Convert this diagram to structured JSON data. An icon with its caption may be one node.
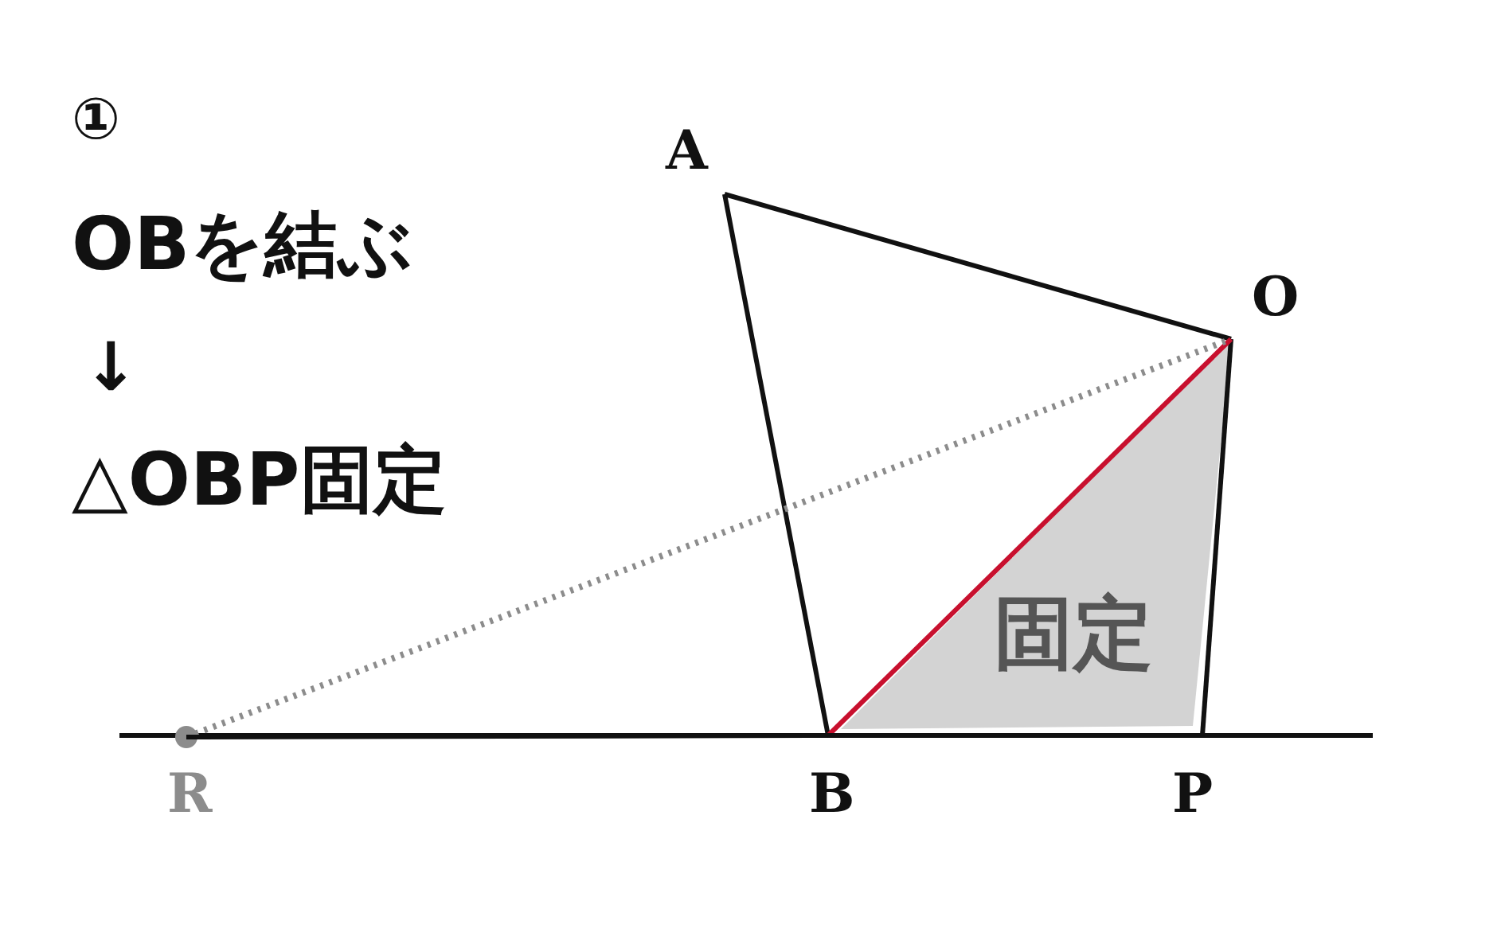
{
  "diagram": {
    "nodes": [
      {
        "text": [
          "A"
        ]
      },
      {
        "text": [
          "O"
        ]
      },
      {
        "text": [
          "B"
        ]
      },
      {
        "text": [
          "P"
        ]
      },
      {
        "text": [
          "R"
        ]
      },
      {
        "text": [
          "固定"
        ]
      }
    ],
    "edges": [
      {
        "from": 0,
        "to": 1,
        "arrow": "none"
      },
      {
        "from": 0,
        "to": 2,
        "arrow": "none"
      },
      {
        "from": 1,
        "to": 3,
        "arrow": "none"
      },
      {
        "from": 1,
        "to": 2,
        "arrow": "none",
        "color": "#c8102e"
      },
      {
        "from": 4,
        "to": 1,
        "arrow": "other",
        "style": "dashed",
        "color": "#8c8c8c"
      },
      {
        "from": 4,
        "to": 2,
        "arrow": "none"
      },
      {
        "from": 2,
        "to": 3,
        "arrow": "none"
      }
    ],
    "labels": [
      "①",
      "OBを結ぶ",
      "↓",
      "△OBP固定"
    ]
  }
}
